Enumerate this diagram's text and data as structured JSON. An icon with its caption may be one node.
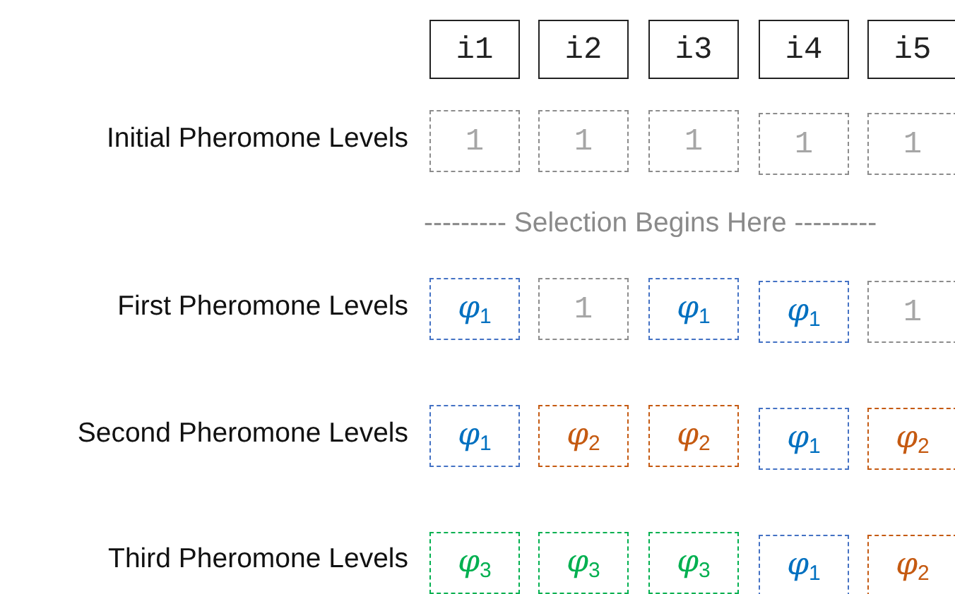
{
  "diagram": {
    "nodes": [
      {
        "text": [
          "i1"
        ]
      },
      {
        "text": [
          "i2"
        ]
      },
      {
        "text": [
          "i3"
        ]
      },
      {
        "text": [
          "i4"
        ]
      },
      {
        "text": [
          "i5"
        ]
      },
      {
        "text": [
          "1"
        ]
      },
      {
        "text": [
          "1"
        ]
      },
      {
        "text": [
          "1"
        ]
      },
      {
        "text": [
          "1"
        ]
      },
      {
        "text": [
          "1"
        ]
      },
      {
        "text": [
          "*φ*$_{1}$"
        ]
      },
      {
        "text": [
          "1"
        ]
      },
      {
        "text": [
          "*φ*$_{1}$"
        ]
      },
      {
        "text": [
          "*φ*$_{1}$"
        ]
      },
      {
        "text": [
          "1"
        ]
      },
      {
        "text": [
          "*φ*$_{1}$"
        ]
      },
      {
        "text": [
          "*φ*$_{2}$"
        ]
      },
      {
        "text": [
          "*φ*$_{2}$"
        ]
      },
      {
        "text": [
          "*φ*$_{1}$"
        ]
      },
      {
        "text": [
          "*φ*$_{2}$"
        ]
      },
      {
        "text": [
          "*φ*$_{3}$"
        ]
      },
      {
        "text": [
          "*φ*$_{3}$"
        ]
      },
      {
        "text": [
          "*φ*$_{3}$"
        ]
      },
      {
        "text": [
          "*φ*$_{1}$"
        ]
      },
      {
        "text": [
          "*φ*$_{2}$"
        ]
      }
    ],
    "labels": [
      "Initial Pheromone Levels",
      "--------- Selection Begins Here ---------",
      "First Pheromone Levels",
      "Second Pheromone Levels",
      "Third Pheromone Levels"
    ]
  }
}
